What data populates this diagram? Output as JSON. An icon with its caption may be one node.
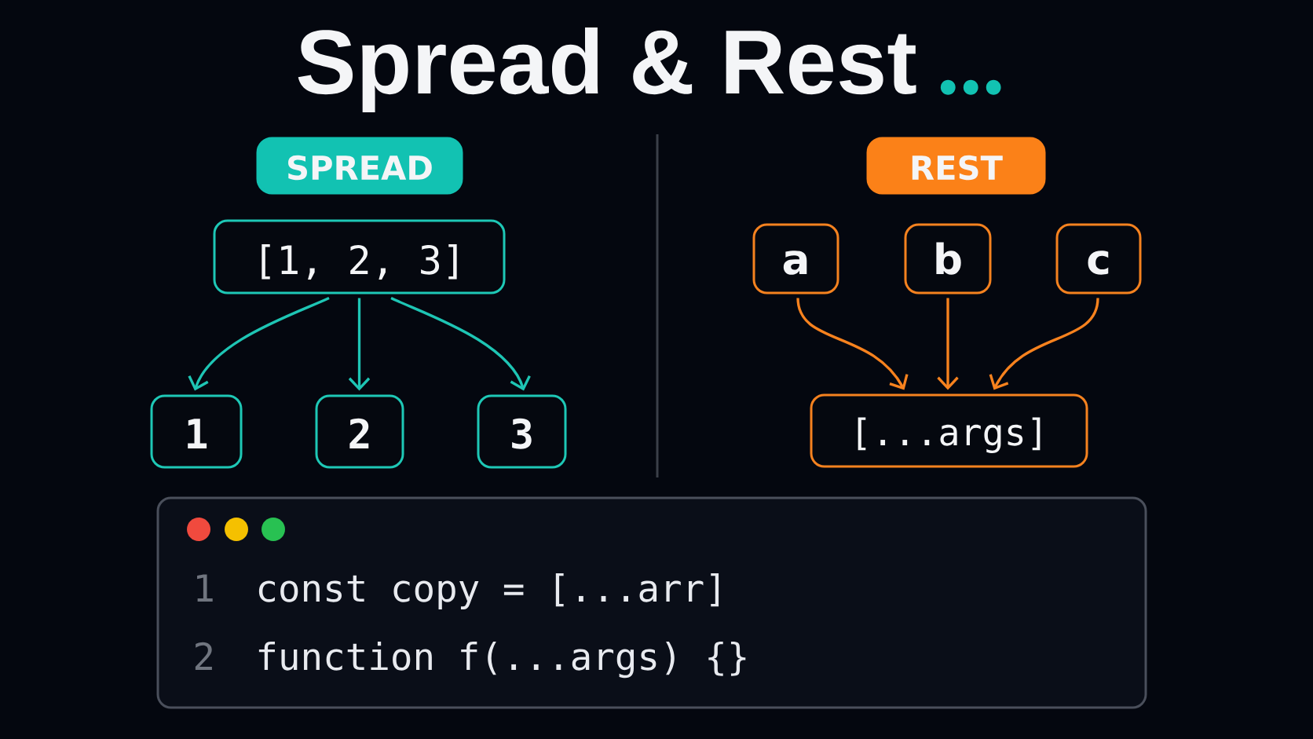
{
  "diagram": {
    "title": "Spread & Rest",
    "nodes": [
      {
        "text": [
          "SPREAD"
        ]
      },
      {
        "text": [
          "[1, 2, 3]"
        ]
      },
      {
        "text": [
          "1"
        ]
      },
      {
        "text": [
          "2"
        ]
      },
      {
        "text": [
          "3"
        ]
      },
      {
        "text": [
          "REST"
        ]
      },
      {
        "text": [
          "a"
        ]
      },
      {
        "text": [
          "b"
        ]
      },
      {
        "text": [
          "c"
        ]
      },
      {
        "text": [
          "[...args]"
        ]
      },
      {
        "text": [
          "1",
          "const copy = [...arr]",
          "2",
          "function f(...args) {}"
        ]
      }
    ],
    "edges": [
      {
        "from": 1,
        "to": 2,
        "arrow": "to",
        "color": "#1ec5b4"
      },
      {
        "from": 1,
        "to": 3,
        "arrow": "to",
        "color": "#1ec5b4"
      },
      {
        "from": 1,
        "to": 4,
        "arrow": "to",
        "color": "#1ec5b4"
      },
      {
        "from": 6,
        "to": 9,
        "arrow": "to",
        "color": "#f7821e"
      },
      {
        "from": 7,
        "to": 9,
        "arrow": "to",
        "color": "#f7821e"
      },
      {
        "from": 8,
        "to": 9,
        "arrow": "to",
        "color": "#f7821e"
      }
    ],
    "labels": [
      "..."
    ]
  }
}
